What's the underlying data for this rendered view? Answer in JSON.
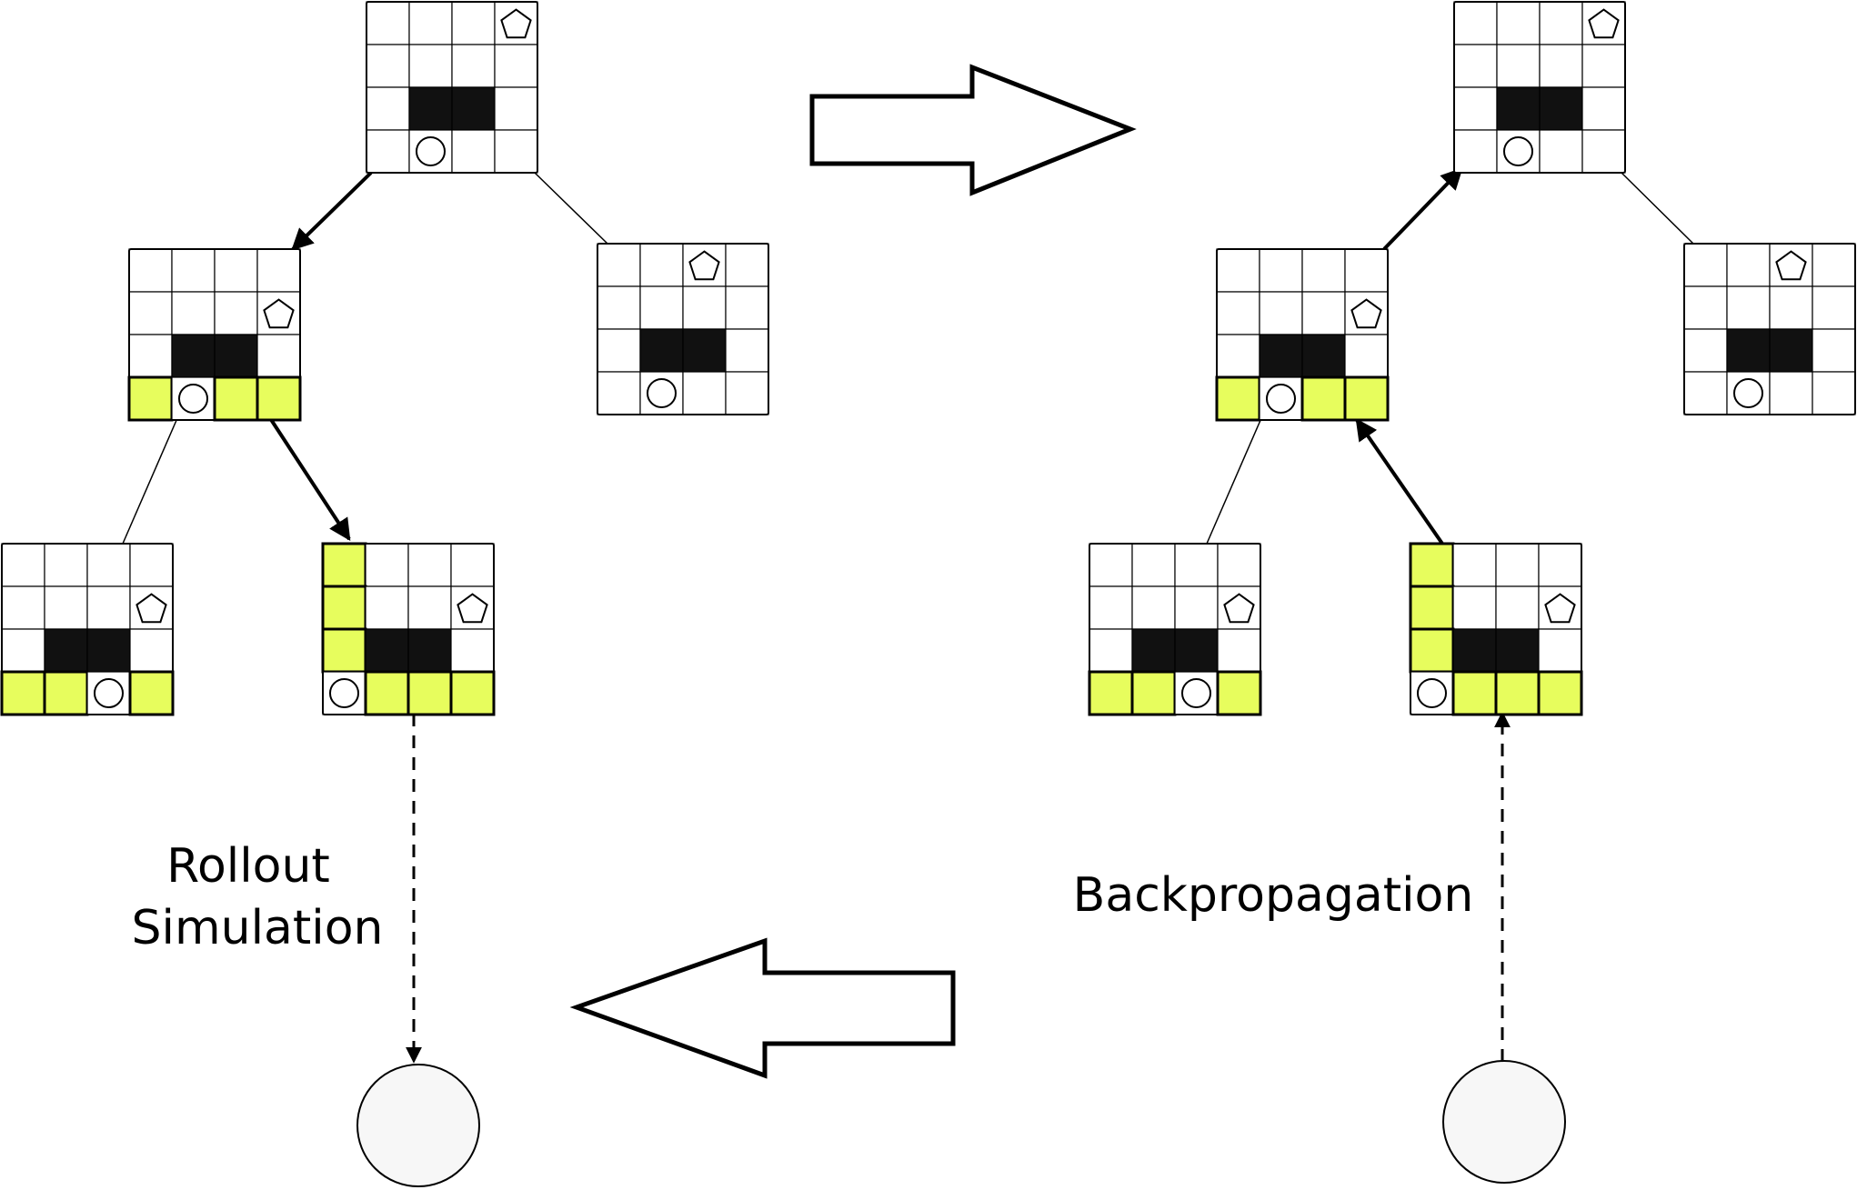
{
  "colors": {
    "visited": "#e7fd5d",
    "obstacle": "#111111",
    "grid": "#000000",
    "leaf_fill": "#f7f7f7"
  },
  "icons": {
    "goal": "pentagon-icon",
    "agent": "circle-icon"
  },
  "labels": {
    "rollout_line1": "Rollout",
    "rollout_line2": "Simulation",
    "backprop": "Backpropagation"
  },
  "boards": {
    "root": {
      "obstacles": [
        [
          2,
          1
        ],
        [
          2,
          2
        ]
      ],
      "goal": [
        0,
        3
      ],
      "agent": [
        3,
        1
      ],
      "visited": []
    },
    "left_child": {
      "obstacles": [
        [
          2,
          1
        ],
        [
          2,
          2
        ]
      ],
      "goal": [
        1,
        3
      ],
      "agent": [
        3,
        1
      ],
      "visited": [
        [
          3,
          0
        ],
        [
          3,
          2
        ],
        [
          3,
          3
        ]
      ]
    },
    "right_child": {
      "obstacles": [
        [
          2,
          1
        ],
        [
          2,
          2
        ]
      ],
      "goal": [
        0,
        2
      ],
      "agent": [
        3,
        1
      ],
      "visited": []
    },
    "grand_left": {
      "obstacles": [
        [
          2,
          1
        ],
        [
          2,
          2
        ]
      ],
      "goal": [
        1,
        3
      ],
      "agent": [
        3,
        2
      ],
      "visited": [
        [
          3,
          0
        ],
        [
          3,
          1
        ],
        [
          3,
          3
        ]
      ]
    },
    "grand_right": {
      "obstacles": [
        [
          2,
          1
        ],
        [
          2,
          2
        ]
      ],
      "goal": [
        1,
        3
      ],
      "agent": [
        3,
        0
      ],
      "visited": [
        [
          0,
          0
        ],
        [
          1,
          0
        ],
        [
          2,
          0
        ],
        [
          3,
          1
        ],
        [
          3,
          2
        ],
        [
          3,
          3
        ]
      ]
    }
  }
}
